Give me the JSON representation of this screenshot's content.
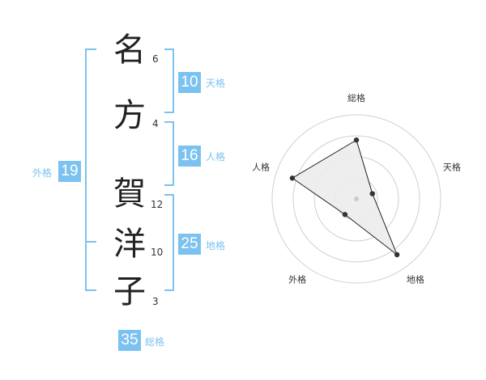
{
  "name": {
    "characters": [
      {
        "char": "名",
        "strokes": "6"
      },
      {
        "char": "方",
        "strokes": "4"
      },
      {
        "char": "賀",
        "strokes": "12"
      },
      {
        "char": "洋",
        "strokes": "10"
      },
      {
        "char": "子",
        "strokes": "3"
      }
    ]
  },
  "kaku": {
    "tenkaku": {
      "value": "10",
      "label": "天格"
    },
    "jinkaku": {
      "value": "16",
      "label": "人格"
    },
    "chikaku": {
      "value": "25",
      "label": "地格"
    },
    "gaikaku": {
      "value": "19",
      "label": "外格"
    },
    "soukaku": {
      "value": "35",
      "label": "総格"
    }
  },
  "colors": {
    "accent": "#7cc2f0",
    "text": "#222222",
    "grid": "#d0d0d0",
    "fill": "#ececec"
  },
  "chart_data": {
    "type": "radar",
    "axes": [
      "総格",
      "天格",
      "地格",
      "外格",
      "人格"
    ],
    "values": [
      0.7,
      0.2,
      0.82,
      0.23,
      0.8
    ],
    "range": [
      0,
      1
    ],
    "rings": 4
  }
}
